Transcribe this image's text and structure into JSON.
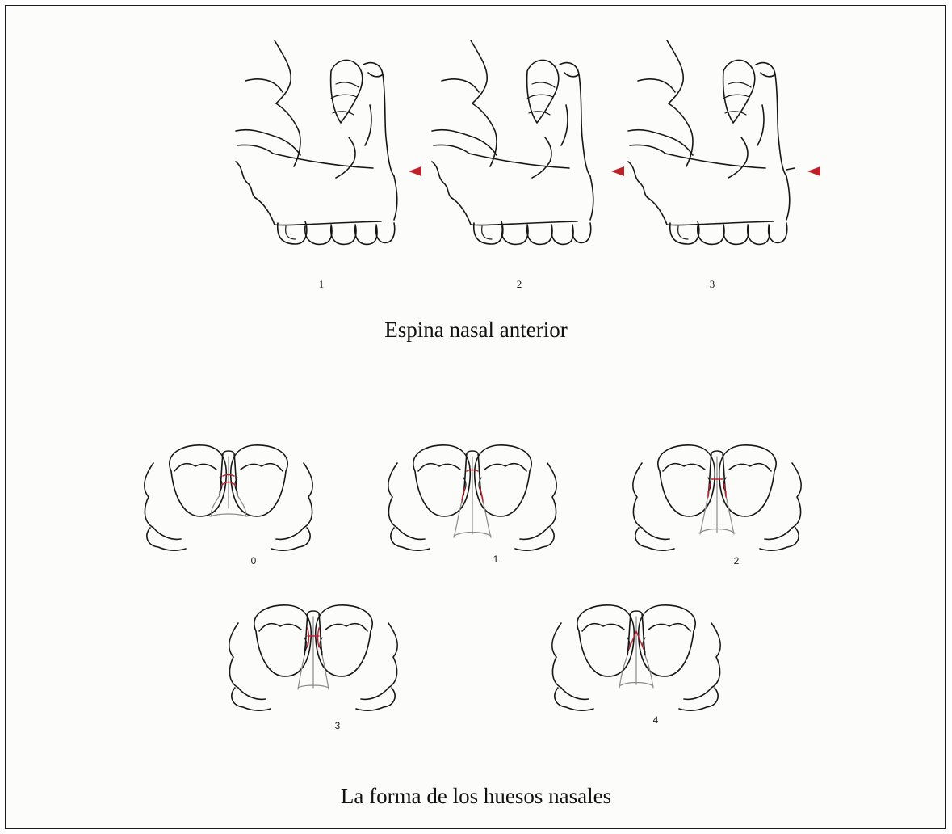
{
  "top_section": {
    "caption": "Espina nasal anterior",
    "panels": [
      {
        "label": "1"
      },
      {
        "label": "2"
      },
      {
        "label": "3"
      }
    ],
    "arrow_color": "#c0202a"
  },
  "bottom_section": {
    "caption": "La forma de los huesos  nasales",
    "panels": [
      {
        "label": "0"
      },
      {
        "label": "1"
      },
      {
        "label": "2"
      },
      {
        "label": "3"
      },
      {
        "label": "4"
      }
    ],
    "highlight_color": "#c0202a"
  }
}
